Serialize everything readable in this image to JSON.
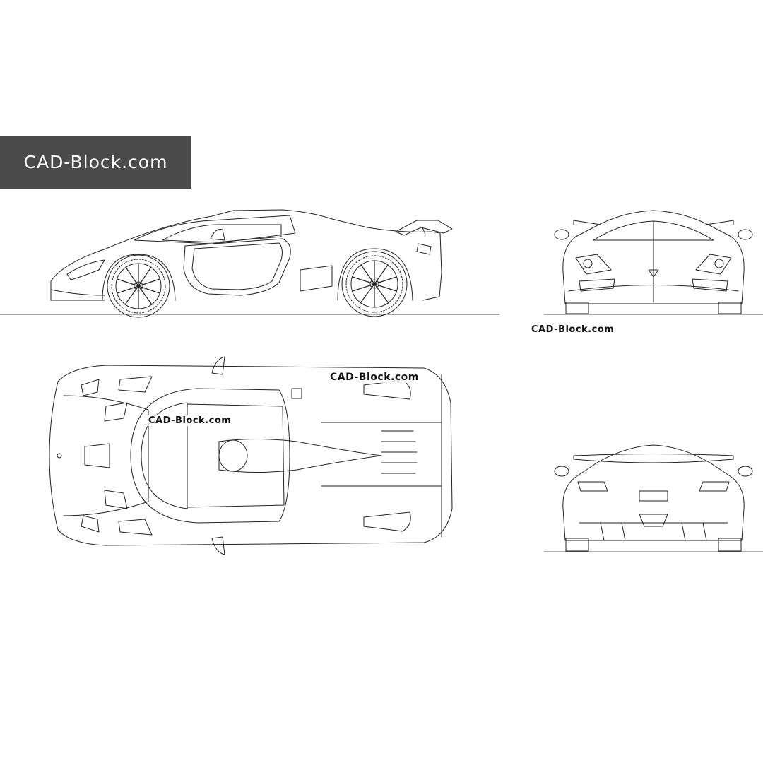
{
  "banner": {
    "text": "CAD-Block.com"
  },
  "watermarks": {
    "front_view": "CAD-Block.com",
    "top_view_right": "CAD-Block.com",
    "top_view_left": "CAD-Block.com"
  },
  "colors": {
    "banner_bg": "#4a4a4a",
    "banner_text": "#ffffff",
    "line": "#222222",
    "background": "#ffffff"
  }
}
